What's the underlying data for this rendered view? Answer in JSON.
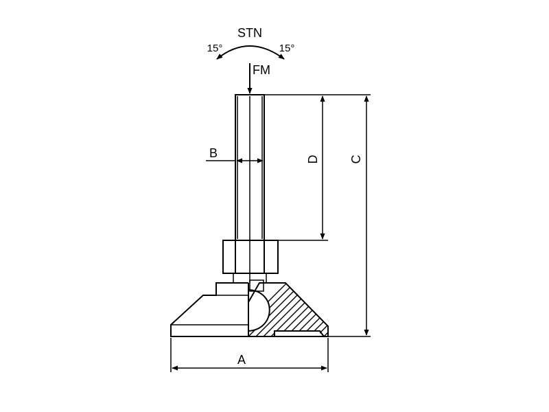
{
  "drawing": {
    "labels": {
      "swivel": "STN",
      "angle_left": "15°",
      "angle_right": "15°",
      "thread": "FM",
      "dim_a": "A",
      "dim_b": "B",
      "dim_c": "C",
      "dim_d": "D"
    },
    "colors": {
      "ink": "#000000",
      "background": "#ffffff"
    }
  }
}
